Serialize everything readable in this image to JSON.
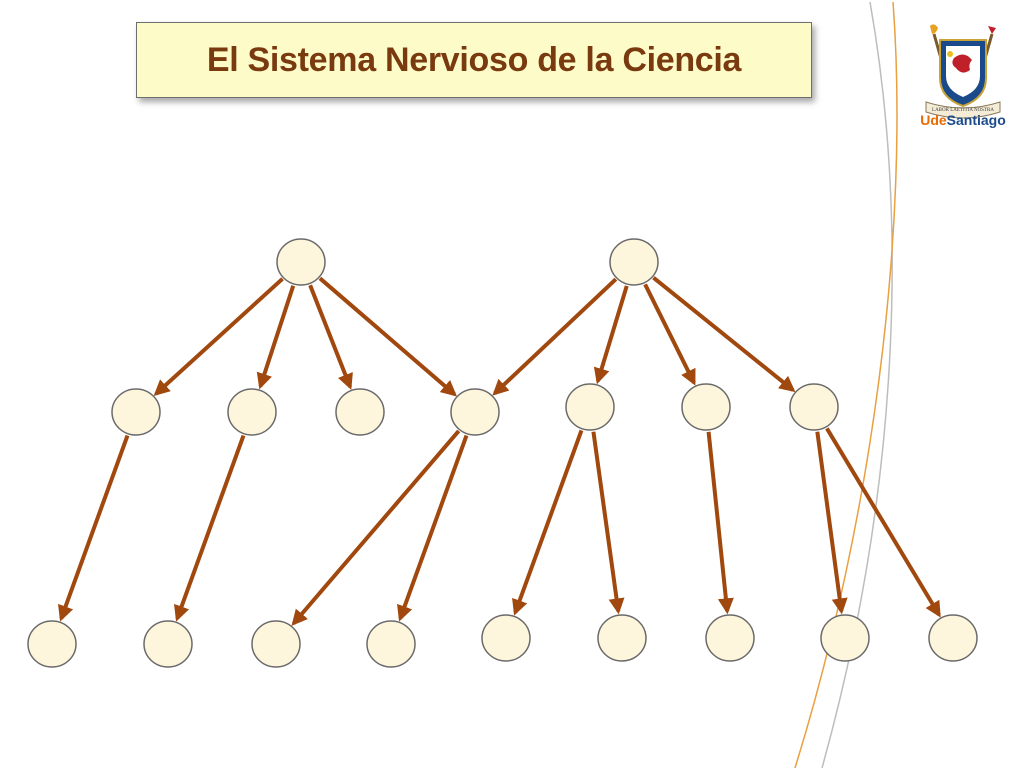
{
  "slide": {
    "title": "El Sistema Nervioso de la Ciencia"
  },
  "logo": {
    "wordmark_part1": "Ude",
    "wordmark_part2": "Santiago",
    "motto": "LABOR LAETITIA NOSTRA",
    "icon": "university-crest-icon"
  },
  "colors": {
    "node_fill": "#fdf6dc",
    "node_stroke": "#6a6a6a",
    "arrow": "#a0480e",
    "title_bg": "#fdfbc8",
    "title_text": "#7a3a10"
  },
  "diagram": {
    "nodes": [
      {
        "id": "r1"
      },
      {
        "id": "r2"
      },
      {
        "id": "m1"
      },
      {
        "id": "m2"
      },
      {
        "id": "m3"
      },
      {
        "id": "m4"
      },
      {
        "id": "m5"
      },
      {
        "id": "m6"
      },
      {
        "id": "m7"
      },
      {
        "id": "b1"
      },
      {
        "id": "b2"
      },
      {
        "id": "b3"
      },
      {
        "id": "b4"
      },
      {
        "id": "b5"
      },
      {
        "id": "b6"
      },
      {
        "id": "b7"
      },
      {
        "id": "b8"
      },
      {
        "id": "b9"
      }
    ],
    "edges": [
      [
        "r1",
        "m1"
      ],
      [
        "r1",
        "m2"
      ],
      [
        "r1",
        "m3"
      ],
      [
        "r1",
        "m4"
      ],
      [
        "r2",
        "m4"
      ],
      [
        "r2",
        "m5"
      ],
      [
        "r2",
        "m6"
      ],
      [
        "r2",
        "m7"
      ],
      [
        "m1",
        "b1"
      ],
      [
        "m2",
        "b2"
      ],
      [
        "m4",
        "b3"
      ],
      [
        "m4",
        "b4"
      ],
      [
        "m5",
        "b5"
      ],
      [
        "m5",
        "b6"
      ],
      [
        "m6",
        "b7"
      ],
      [
        "m7",
        "b8"
      ],
      [
        "m7",
        "b9"
      ]
    ]
  }
}
